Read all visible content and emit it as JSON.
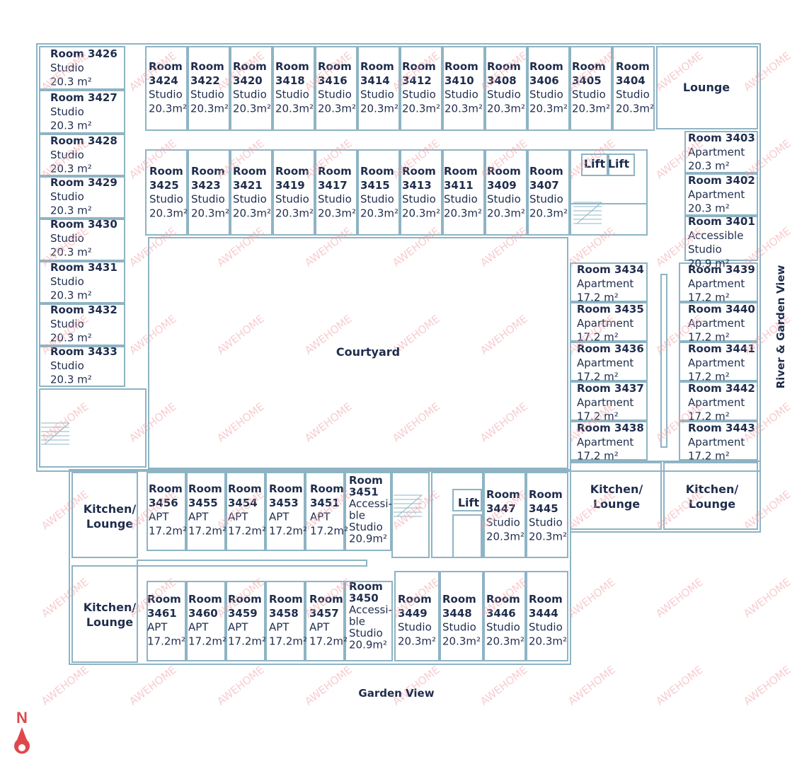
{
  "watermark": "AWEHOME",
  "compass": {
    "label": "N",
    "color": "#e0474c"
  },
  "colors": {
    "wall": "#8eb4c4",
    "text": "#1f2d4d",
    "watermark": "#f2a3a8"
  },
  "views": {
    "south": "Garden View",
    "east": "River & Garden View"
  },
  "courtyard": "Courtyard",
  "common_areas": {
    "lounge": "Lounge",
    "kitchen_lounge": [
      "Kitchen/",
      "Lounge"
    ],
    "lift": "Lift"
  },
  "rooms": [
    {
      "id": "r3426",
      "lines": [
        "Room 3426",
        "Studio",
        "20.3 m²"
      ]
    },
    {
      "id": "r3427",
      "lines": [
        "Room 3427",
        "Studio",
        "20.3 m²"
      ]
    },
    {
      "id": "r3428",
      "lines": [
        "Room 3428",
        "Studio",
        "20.3 m²"
      ]
    },
    {
      "id": "r3429",
      "lines": [
        "Room 3429",
        "Studio",
        "20.3 m²"
      ]
    },
    {
      "id": "r3430",
      "lines": [
        "Room 3430",
        "Studio",
        "20.3 m²"
      ]
    },
    {
      "id": "r3431",
      "lines": [
        "Room 3431",
        "Studio",
        "20.3 m²"
      ]
    },
    {
      "id": "r3432",
      "lines": [
        "Room 3432",
        "Studio",
        "20.3 m²"
      ]
    },
    {
      "id": "r3433",
      "lines": [
        "Room 3433",
        "Studio",
        "20.3 m²"
      ]
    },
    {
      "id": "r3424",
      "lines": [
        "Room",
        "3424",
        "Studio",
        "20.3m²"
      ]
    },
    {
      "id": "r3422",
      "lines": [
        "Room",
        "3422",
        "Studio",
        "20.3m²"
      ]
    },
    {
      "id": "r3420",
      "lines": [
        "Room",
        "3420",
        "Studio",
        "20.3m²"
      ]
    },
    {
      "id": "r3418",
      "lines": [
        "Room",
        "3418",
        "Studio",
        "20.3m²"
      ]
    },
    {
      "id": "r3416",
      "lines": [
        "Room",
        "3416",
        "Studio",
        "20.3m²"
      ]
    },
    {
      "id": "r3414",
      "lines": [
        "Room",
        "3414",
        "Studio",
        "20.3m²"
      ]
    },
    {
      "id": "r3412",
      "lines": [
        "Room",
        "3412",
        "Studio",
        "20.3m²"
      ]
    },
    {
      "id": "r3410",
      "lines": [
        "Room",
        "3410",
        "Studio",
        "20.3m²"
      ]
    },
    {
      "id": "r3408",
      "lines": [
        "Room",
        "3408",
        "Studio",
        "20.3m²"
      ]
    },
    {
      "id": "r3406",
      "lines": [
        "Room",
        "3406",
        "Studio",
        "20.3m²"
      ]
    },
    {
      "id": "r3405",
      "lines": [
        "Room",
        "3405",
        "Studio",
        "20.3m²"
      ]
    },
    {
      "id": "r3404",
      "lines": [
        "Room",
        "3404",
        "Studio",
        "20.3m²"
      ]
    },
    {
      "id": "r3425",
      "lines": [
        "Room",
        "3425",
        "Studio",
        "20.3m²"
      ]
    },
    {
      "id": "r3423",
      "lines": [
        "Room",
        "3423",
        "Studio",
        "20.3m²"
      ]
    },
    {
      "id": "r3421",
      "lines": [
        "Room",
        "3421",
        "Studio",
        "20.3m²"
      ]
    },
    {
      "id": "r3419",
      "lines": [
        "Room",
        "3419",
        "Studio",
        "20.3m²"
      ]
    },
    {
      "id": "r3417",
      "lines": [
        "Room",
        "3417",
        "Studio",
        "20.3m²"
      ]
    },
    {
      "id": "r3415",
      "lines": [
        "Room",
        "3415",
        "Studio",
        "20.3m²"
      ]
    },
    {
      "id": "r3413",
      "lines": [
        "Room",
        "3413",
        "Studio",
        "20.3m²"
      ]
    },
    {
      "id": "r3411",
      "lines": [
        "Room",
        "3411",
        "Studio",
        "20.3m²"
      ]
    },
    {
      "id": "r3409",
      "lines": [
        "Room",
        "3409",
        "Studio",
        "20.3m²"
      ]
    },
    {
      "id": "r3407",
      "lines": [
        "Room",
        "3407",
        "Studio",
        "20.3m²"
      ]
    },
    {
      "id": "r3403",
      "lines": [
        "Room 3403",
        "Apartment",
        "20.3 m²"
      ]
    },
    {
      "id": "r3402",
      "lines": [
        "Room 3402",
        "Apartment",
        "20.3 m²"
      ]
    },
    {
      "id": "r3401",
      "lines": [
        "Room 3401",
        "Accessible",
        "Studio",
        "20.9 m²"
      ]
    },
    {
      "id": "r3434",
      "lines": [
        "Room 3434",
        "Apartment",
        "17.2 m²"
      ]
    },
    {
      "id": "r3435",
      "lines": [
        "Room 3435",
        "Apartment",
        "17.2 m²"
      ]
    },
    {
      "id": "r3436",
      "lines": [
        "Room 3436",
        "Apartment",
        "17.2 m²"
      ]
    },
    {
      "id": "r3437",
      "lines": [
        "Room 3437",
        "Apartment",
        "17.2 m²"
      ]
    },
    {
      "id": "r3438",
      "lines": [
        "Room 3438",
        "Apartment",
        "17.2 m²"
      ]
    },
    {
      "id": "r3439",
      "lines": [
        "Room 3439",
        "Apartment",
        "17.2 m²"
      ]
    },
    {
      "id": "r3440",
      "lines": [
        "Room 3440",
        "Apartment",
        "17.2 m²"
      ]
    },
    {
      "id": "r3441",
      "lines": [
        "Room 3441",
        "Apartment",
        "17.2 m²"
      ]
    },
    {
      "id": "r3442",
      "lines": [
        "Room 3442",
        "Apartment",
        "17.2 m²"
      ]
    },
    {
      "id": "r3443",
      "lines": [
        "Room 3443",
        "Apartment",
        "17.2 m²"
      ]
    },
    {
      "id": "r3456",
      "lines": [
        "Room",
        "3456",
        "APT",
        "17.2m²"
      ]
    },
    {
      "id": "r3455",
      "lines": [
        "Room",
        "3455",
        "APT",
        "17.2m²"
      ]
    },
    {
      "id": "r3454",
      "lines": [
        "Room",
        "3454",
        "APT",
        "17.2m²"
      ]
    },
    {
      "id": "r3453",
      "lines": [
        "Room",
        "3453",
        "APT",
        "17.2m²"
      ]
    },
    {
      "id": "r3451a",
      "lines": [
        "Room",
        "3451",
        "APT",
        "17.2m²"
      ]
    },
    {
      "id": "r3451b",
      "lines": [
        "Room",
        "3451",
        "Accessi-",
        "ble",
        "Studio",
        "20.9m²"
      ]
    },
    {
      "id": "r3447",
      "lines": [
        "Room",
        "3447",
        "Studio",
        "20.3m²"
      ]
    },
    {
      "id": "r3445",
      "lines": [
        "Room",
        "3445",
        "Studio",
        "20.3m²"
      ]
    },
    {
      "id": "r3461",
      "lines": [
        "Room",
        "3461",
        "APT",
        "17.2m²"
      ]
    },
    {
      "id": "r3460",
      "lines": [
        "Room",
        "3460",
        "APT",
        "17.2m²"
      ]
    },
    {
      "id": "r3459",
      "lines": [
        "Room",
        "3459",
        "APT",
        "17.2m²"
      ]
    },
    {
      "id": "r3458",
      "lines": [
        "Room",
        "3458",
        "APT",
        "17.2m²"
      ]
    },
    {
      "id": "r3457",
      "lines": [
        "Room",
        "3457",
        "APT",
        "17.2m²"
      ]
    },
    {
      "id": "r3450",
      "lines": [
        "Room",
        "3450",
        "Accessi-",
        "ble",
        "Studio",
        "20.9m²"
      ]
    },
    {
      "id": "r3449",
      "lines": [
        "Room",
        "3449",
        "Studio",
        "20.3m²"
      ]
    },
    {
      "id": "r3448",
      "lines": [
        "Room",
        "3448",
        "Studio",
        "20.3m²"
      ]
    },
    {
      "id": "r3446",
      "lines": [
        "Room",
        "3446",
        "Studio",
        "20.3m²"
      ]
    },
    {
      "id": "r3444",
      "lines": [
        "Room",
        "3444",
        "Studio",
        "20.3m²"
      ]
    }
  ]
}
